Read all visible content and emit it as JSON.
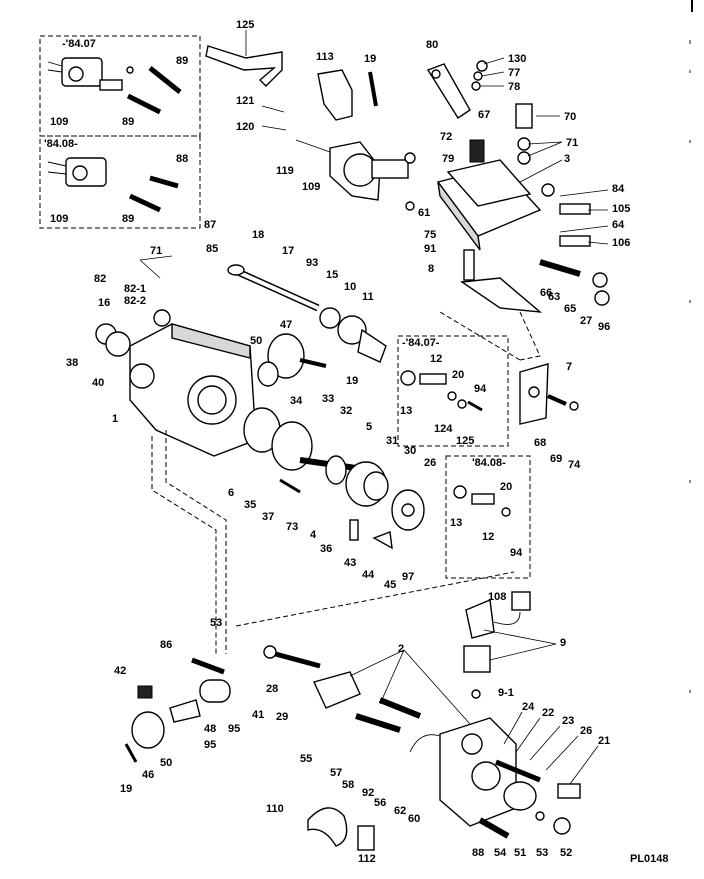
{
  "diagram_code": "PL0148",
  "insets": [
    {
      "id": "inset-8407-top",
      "title": "-'84.07",
      "labels": [
        "89",
        "89",
        "109"
      ]
    },
    {
      "id": "inset-8408-top",
      "title": "'84.08-",
      "labels": [
        "88",
        "89",
        "109"
      ]
    },
    {
      "id": "inset-8407-mid",
      "title": "-'84.07-",
      "labels": [
        "12",
        "20",
        "94",
        "13",
        "124",
        "125"
      ]
    },
    {
      "id": "inset-8408-mid",
      "title": "'84.08-",
      "labels": [
        "20",
        "13",
        "12",
        "94"
      ]
    }
  ],
  "labels": [
    "125",
    "113",
    "19",
    "80",
    "130",
    "77",
    "78",
    "121",
    "120",
    "70",
    "67",
    "72",
    "71",
    "119",
    "109",
    "79",
    "3",
    "84",
    "105",
    "61",
    "64",
    "75",
    "106",
    "91",
    "8",
    "66",
    "63",
    "65",
    "27",
    "96",
    "87",
    "18",
    "17",
    "93",
    "15",
    "10",
    "11",
    "71",
    "85",
    "82",
    "82-1",
    "82-2",
    "16",
    "47",
    "50",
    "38",
    "40",
    "1",
    "19",
    "34",
    "33",
    "32",
    "7",
    "5",
    "31",
    "68",
    "69",
    "74",
    "30",
    "26",
    "6",
    "35",
    "37",
    "73",
    "4",
    "36",
    "43",
    "44",
    "45",
    "97",
    "108",
    "9",
    "9-1",
    "53",
    "86",
    "28",
    "42",
    "48",
    "95",
    "41",
    "29",
    "55",
    "95",
    "46",
    "50",
    "19",
    "24",
    "22",
    "23",
    "26",
    "21",
    "57",
    "58",
    "92",
    "56",
    "62",
    "60",
    "110",
    "88",
    "54",
    "51",
    "53",
    "52",
    "112",
    "2"
  ]
}
